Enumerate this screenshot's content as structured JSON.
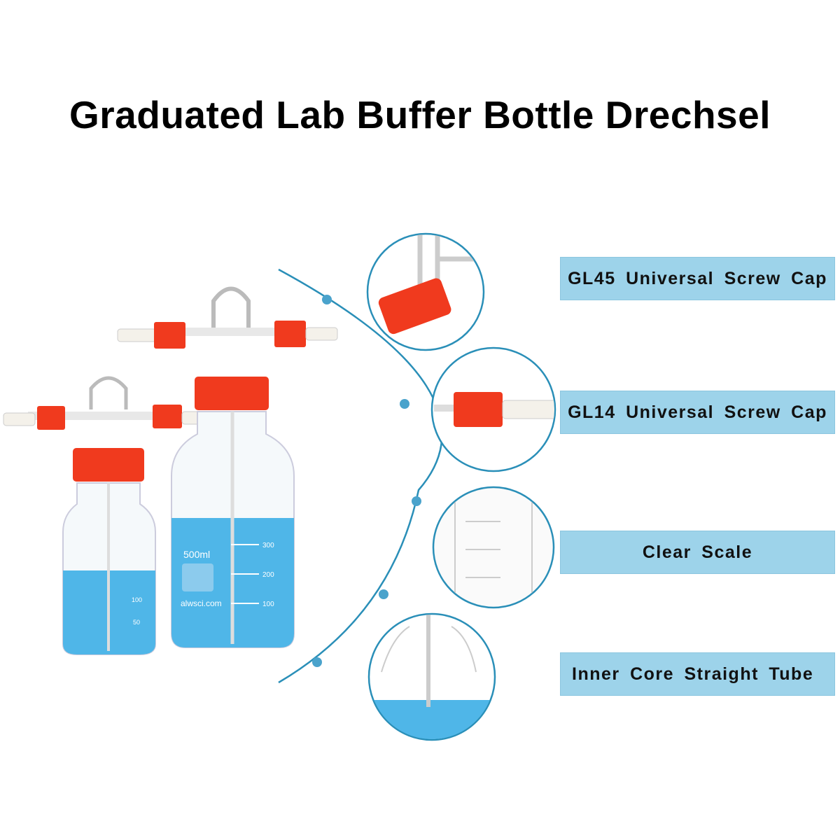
{
  "title": "Graduated Lab Buffer Bottle Drechsel",
  "features": [
    {
      "label": "GL45 Universal Screw Cap",
      "icon": "screw-cap-closeup"
    },
    {
      "label": "GL14 Universal Screw Cap",
      "icon": "hose-connector-closeup"
    },
    {
      "label": "Clear Scale",
      "icon": "graduation-scale-closeup"
    },
    {
      "label": "Inner Core Straight Tube",
      "icon": "inner-tube-closeup"
    }
  ],
  "bottle": {
    "volume": "500ml",
    "brand": "alwsci.com",
    "marks": [
      "300",
      "200",
      "100"
    ],
    "small_marks": [
      "100",
      "50"
    ]
  },
  "colors": {
    "accent": "#2a8fb8",
    "label_bg": "#9dd3ea",
    "cap": "#f03a1e",
    "liquid": "#4fb6e8"
  }
}
